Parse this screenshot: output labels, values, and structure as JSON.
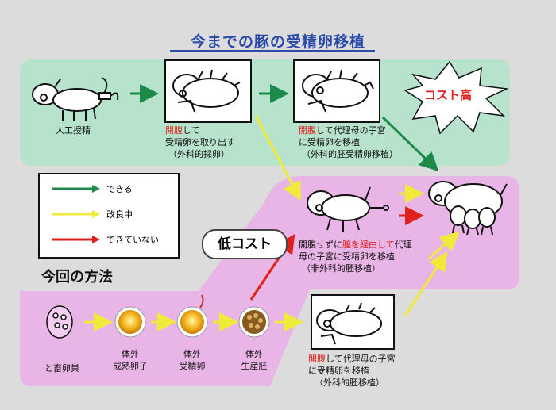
{
  "title": "今までの豚の受精卵移植",
  "top_row": {
    "step1_label": "人工授精",
    "step2_red": "開腹",
    "step2_rest": "して",
    "step2_line2": "受精卵を取り出す",
    "step2_line3": "（外科的採卵）",
    "step3_red": "開腹",
    "step3_rest": "して代理母の子宮",
    "step3_line2": "に受精卵を移植",
    "step3_line3": "（外科的胚受精卵移植）",
    "cost_high": "コスト高"
  },
  "legend": {
    "can": "できる",
    "improving": "改良中",
    "cannot": "できていない"
  },
  "low_cost": "低コスト",
  "middle": {
    "line1_a": "開腹せずに",
    "line1_red": "膣を経由して",
    "line1_b": "代理",
    "line2": "母の子宮に受精卵を移植",
    "line3": "（非外科的胚移植）"
  },
  "method_heading": "今回の方法",
  "bottom_row": {
    "ovary_label": "と畜卵巣",
    "egg1_line1": "体外",
    "egg1_line2": "成熟卵子",
    "egg2_line1": "体外",
    "egg2_line2": "受精卵",
    "egg3_line1": "体外",
    "egg3_line2": "生産胚",
    "transfer_red": "開腹",
    "transfer_rest": "して代理母の子宮",
    "transfer_line2": "に受精卵を移植",
    "transfer_line3": "（外科的胚移植）"
  },
  "colors": {
    "green_region": "#b7e2cc",
    "pink_region": "#e9b4e6",
    "can_arrow": "#1e8a4a",
    "improving_arrow": "#f0ea3a",
    "cannot_arrow": "#e0201c",
    "title": "#2a4aa8"
  }
}
